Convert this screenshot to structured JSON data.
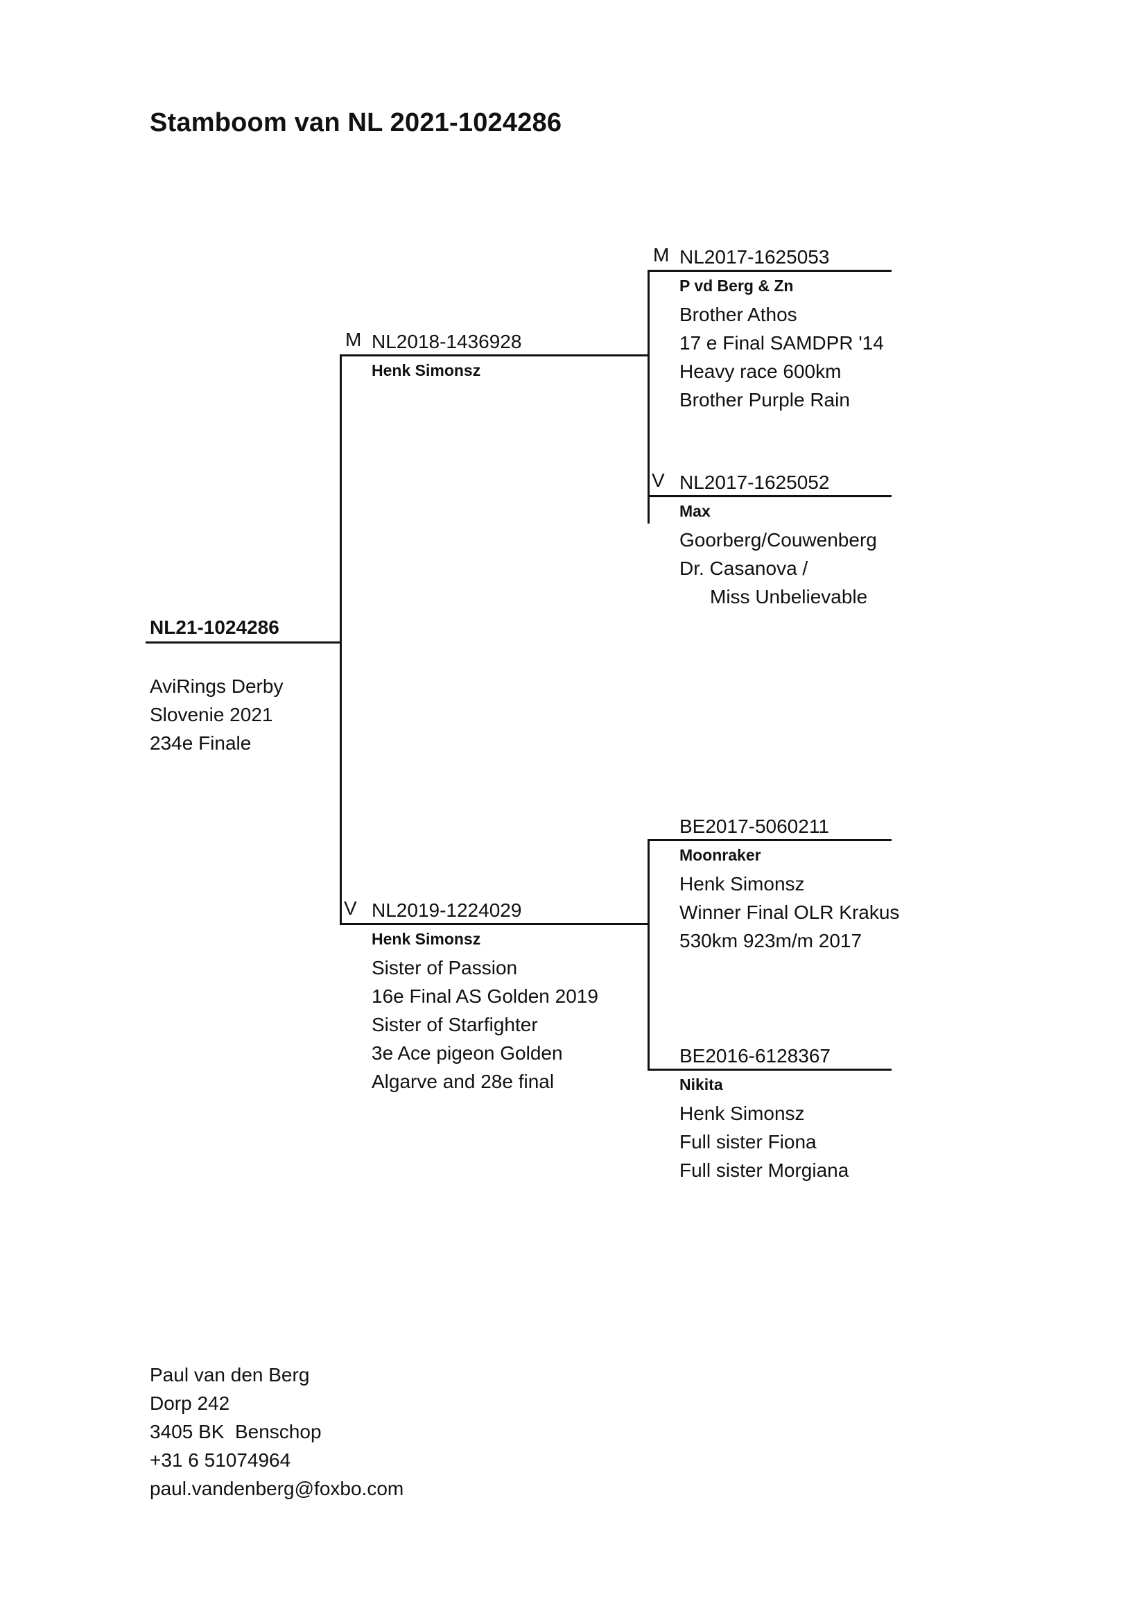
{
  "title": "Stamboom van NL 2021-1024286",
  "subject": {
    "ring": "NL21-1024286",
    "notes": [
      "AviRings Derby",
      "Slovenie 2021",
      "234e Finale"
    ]
  },
  "sire": {
    "sex": "M",
    "ring": "NL2018-1436928",
    "breeder": "Henk Simonsz",
    "notes": []
  },
  "dam": {
    "sex": "V",
    "ring": "NL2019-1224029",
    "breeder": "Henk Simonsz",
    "notes": [
      "Sister of Passion",
      "16e Final AS Golden 2019",
      "Sister of Starfighter",
      "3e Ace pigeon Golden",
      "Algarve and 28e final"
    ]
  },
  "sire_sire": {
    "sex": "M",
    "ring": "NL2017-1625053",
    "breeder": "P vd Berg & Zn",
    "notes": [
      "Brother Athos",
      "17 e Final SAMDPR '14",
      "Heavy race 600km",
      "Brother Purple Rain"
    ]
  },
  "sire_dam": {
    "sex": "V",
    "ring": "NL2017-1625052",
    "name": "Max",
    "notes": [
      "Goorberg/Couwenberg",
      "Dr. Casanova /",
      "Miss Unbelievable"
    ]
  },
  "dam_sire": {
    "sex": "",
    "ring": "BE2017-5060211",
    "name": "Moonraker",
    "notes": [
      "Henk Simonsz",
      "Winner Final OLR Krakus",
      "530km 923m/m 2017"
    ]
  },
  "dam_dam": {
    "sex": "",
    "ring": "BE2016-6128367",
    "name": "Nikita",
    "notes": [
      "Henk Simonsz",
      "Full sister Fiona",
      "Full sister Morgiana"
    ]
  },
  "owner": {
    "name": "Paul van den Berg",
    "street": "Dorp 242",
    "city": "3405 BK  Benschop",
    "phone": "+31 6 51074964",
    "email": "paul.vandenberg@foxbo.com"
  }
}
